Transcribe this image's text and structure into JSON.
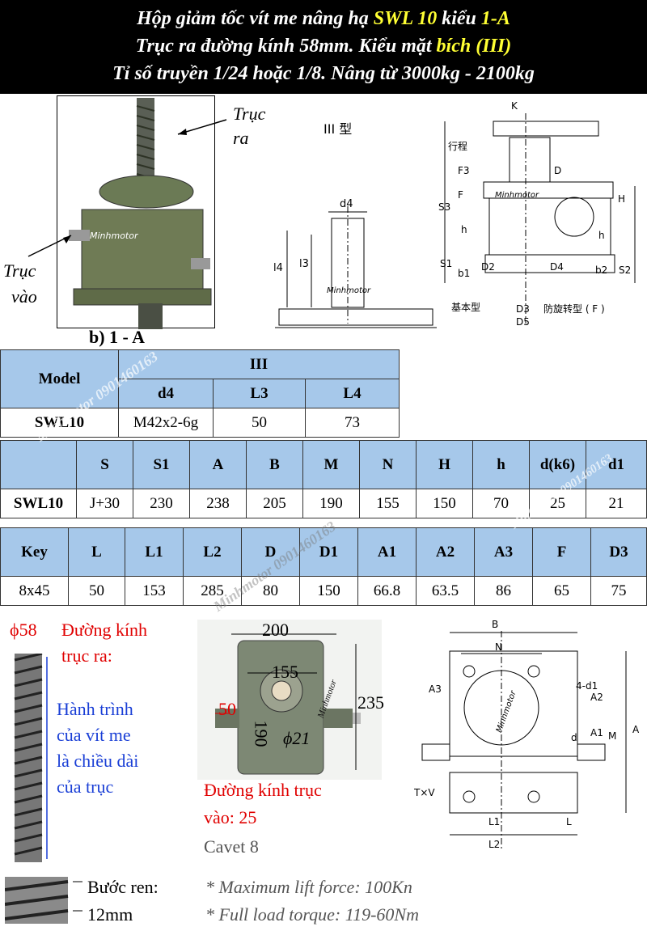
{
  "header": {
    "line1_pre": "Hộp giảm tốc vít me nâng hạ ",
    "line1_model": "SWL 10",
    "line1_mid": " kiểu ",
    "line1_type": "1-A",
    "line2_pre": "Trục ra đường kính 58mm. Kiểu mặt ",
    "line2_flange": "bích (III)",
    "line3": "Tỉ số truyền 1/24 hoặc 1/8. Nâng từ 3000kg - 2100kg"
  },
  "photo": {
    "output_label_1": "Trục",
    "output_label_2": "ra",
    "input_label_1": "Trục",
    "input_label_2": "vào",
    "caption": "b) 1 - A",
    "watermark": "Minhmotor"
  },
  "drawing_iii": {
    "title": "III 型",
    "d4": "d4",
    "l3": "l3",
    "l4": "l4",
    "watermark": "Minhmotor"
  },
  "drawing_side": {
    "labels": [
      "K",
      "行程",
      "F3",
      "D",
      "S3",
      "F",
      "H",
      "h",
      "h",
      "S1",
      "b1",
      "D2",
      "D4",
      "b2",
      "S2",
      "D3",
      "D5"
    ],
    "base_type": "基本型",
    "anti_rotation": "防旋转型 ( F )",
    "watermark": "Minhmotor"
  },
  "table1": {
    "model_header": "Model",
    "group_header": "III",
    "cols": [
      "d4",
      "L3",
      "L4"
    ],
    "row_model": "SWL10",
    "row_values": [
      "M42x2-6g",
      "50",
      "73"
    ]
  },
  "table2": {
    "cols": [
      "",
      "S",
      "S1",
      "A",
      "B",
      "M",
      "N",
      "H",
      "h",
      "d(k6)",
      "d1"
    ],
    "row_model": "SWL10",
    "row_values": [
      "J+30",
      "230",
      "238",
      "205",
      "190",
      "155",
      "150",
      "70",
      "25",
      "21"
    ]
  },
  "table3": {
    "cols": [
      "Key",
      "L",
      "L1",
      "L2",
      "D",
      "D1",
      "A1",
      "A2",
      "A3",
      "F",
      "D3"
    ],
    "row_values": [
      "8x45",
      "50",
      "153",
      "285",
      "80",
      "150",
      "66.8",
      "63.5",
      "86",
      "65",
      "75"
    ]
  },
  "watermarks": [
    "Minhmotor",
    "0901460163"
  ],
  "screw": {
    "diameter": "ϕ58",
    "out_dia_1": "Đường kính",
    "out_dia_2": "trục ra:",
    "travel_1": "Hành trình",
    "travel_2": "của vít me",
    "travel_3": "là chiều dài",
    "travel_4": "của trục",
    "pitch_label": "Bước ren:",
    "pitch_value": "12mm"
  },
  "top_view": {
    "dim_200": "200",
    "dim_155": "155",
    "dim_235": "235",
    "dim_50": "50",
    "dim_190": "190",
    "dim_21": "ϕ21",
    "watermark": "Minhmotor",
    "in_dia_1": "Đường kính trục",
    "in_dia_2": "vào: 25",
    "cavet": "Cavet 8"
  },
  "plan_drawing": {
    "labels": [
      "B",
      "N",
      "4-d1",
      "A3",
      "A2",
      "A1",
      "M",
      "A",
      "d",
      "T×V",
      "L1",
      "L",
      "L2"
    ],
    "watermark": "Minhmotor"
  },
  "specs": {
    "max_lift": "* Maximum lift force: 100Kn",
    "torque": "* Full load torque: 119-60Nm"
  }
}
